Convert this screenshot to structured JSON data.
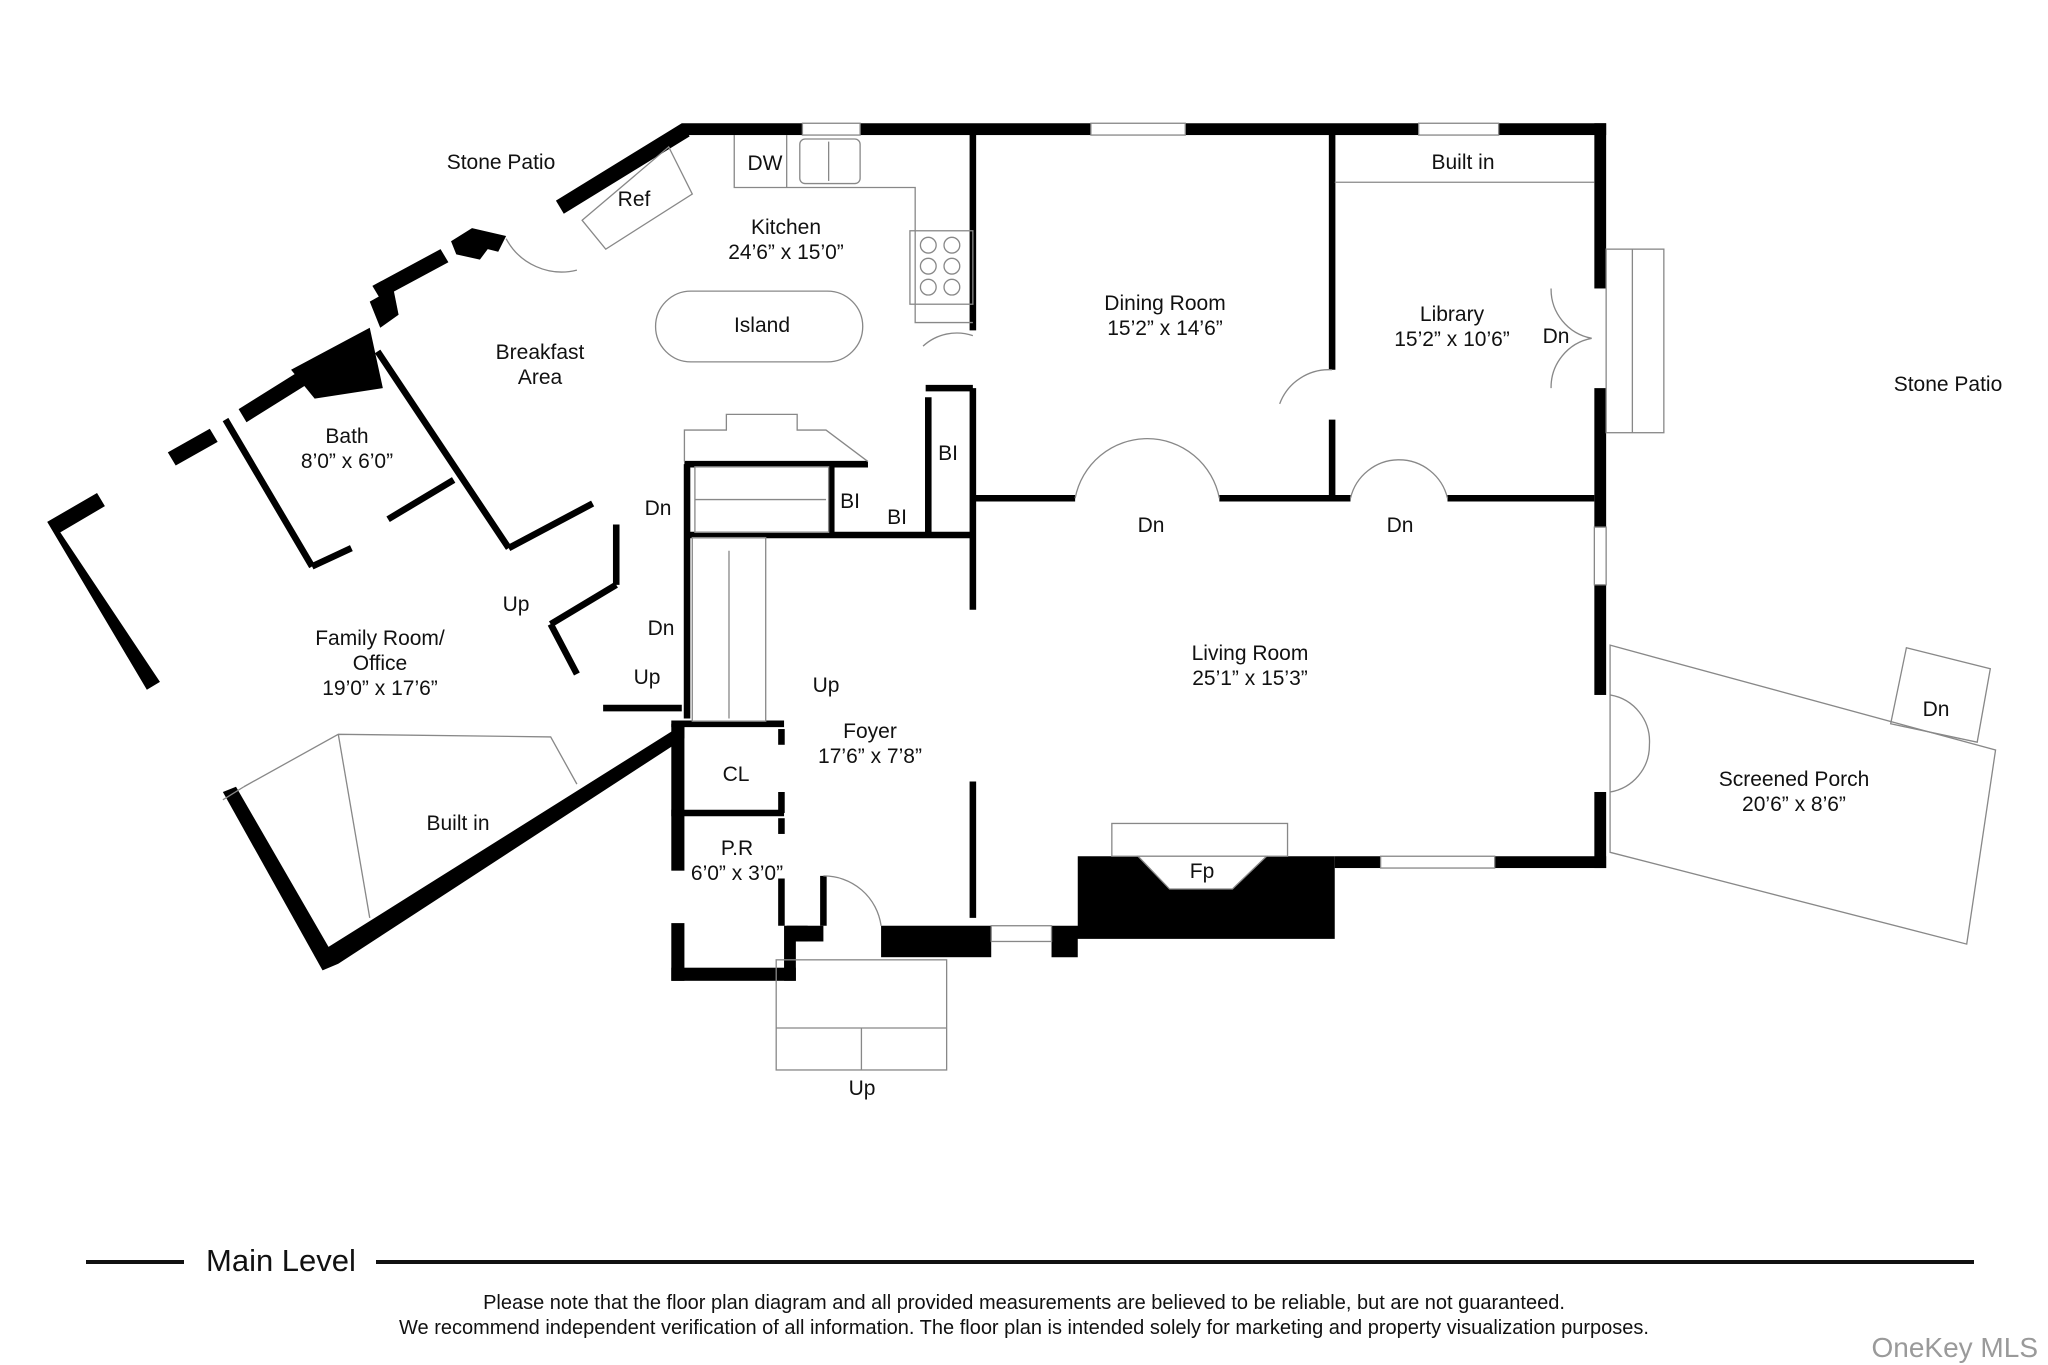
{
  "diagram": {
    "type": "floor-plan",
    "level_title": "Main Level",
    "rooms": [
      {
        "name": "Kitchen",
        "dimensions": "24’6” x 15’0”"
      },
      {
        "name": "Dining Room",
        "dimensions": "15’2” x 14’6”"
      },
      {
        "name": "Library",
        "dimensions": "15’2” x 10’6”"
      },
      {
        "name": "Breakfast Area",
        "dimensions": ""
      },
      {
        "name": "Bath",
        "dimensions": "8’0” x 6’0”"
      },
      {
        "name": "Family Room/ Office",
        "dimensions": "19’0” x 17’6”"
      },
      {
        "name": "Living Room",
        "dimensions": "25’1” x 15’3”"
      },
      {
        "name": "Foyer",
        "dimensions": "17’6” x 7’8”"
      },
      {
        "name": "P.R",
        "dimensions": "6’0” x 3’0”"
      },
      {
        "name": "Screened Porch",
        "dimensions": "20’6” x 8’6”"
      }
    ],
    "labels": {
      "stone_patio_left": "Stone Patio",
      "stone_patio_right": "Stone Patio",
      "dw": "DW",
      "ref": "Ref",
      "island": "Island",
      "built_in_library": "Built in",
      "built_in_family": "Built in",
      "bi_1": "BI",
      "bi_2": "BI",
      "bi_3": "BI",
      "cl": "CL",
      "fp": "Fp",
      "breakfast_line1": "Breakfast",
      "breakfast_line2": "Area",
      "family_line1": "Family Room/",
      "family_line2": "Office"
    },
    "stair_labels": {
      "dn_library_side": "Dn",
      "dn_dining": "Dn",
      "dn_library": "Dn",
      "dn_stair_top": "Dn",
      "dn_stair_mid": "Dn",
      "up_family": "Up",
      "up_landing": "Up",
      "up_foyer": "Up",
      "up_entry": "Up",
      "dn_porch": "Dn"
    }
  },
  "footer": {
    "disclaimer_line1": "Please note that the floor plan diagram and all provided measurements are believed to be reliable, but are not guaranteed.",
    "disclaimer_line2": "We recommend independent verification of all information. The floor plan is intended solely for marketing and property visualization purposes.",
    "watermark": "OneKey MLS"
  }
}
